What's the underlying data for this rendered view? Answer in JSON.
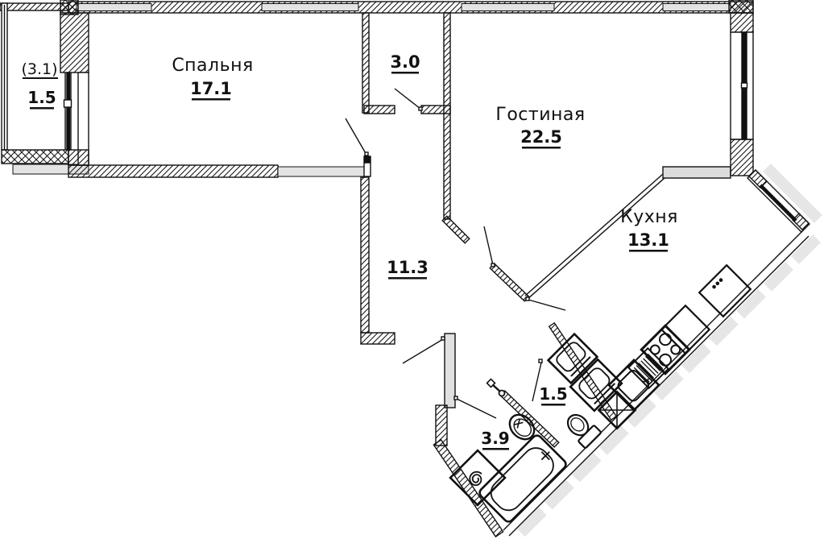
{
  "plan": {
    "rooms": {
      "balcony": {
        "area_total": "(3.1)",
        "area": "1.5"
      },
      "bedroom": {
        "name": "Спальня",
        "area": "17.1"
      },
      "closet": {
        "area": "3.0"
      },
      "living": {
        "name": "Гостиная",
        "area": "22.5"
      },
      "kitchen": {
        "name": "Кухня",
        "area": "13.1"
      },
      "hallway": {
        "area": "11.3"
      },
      "wc": {
        "area": "1.5"
      },
      "bathroom": {
        "area": "3.9"
      }
    },
    "fixtures": [
      "bathtub",
      "wash-basin",
      "toilet",
      "washing-machine",
      "kitchen-sink",
      "dish-drainer",
      "stove",
      "vent-duct",
      "counter",
      "appliance-box",
      "faucet"
    ],
    "colors": {
      "line": "#111111",
      "window_gray": "#e3e3e3",
      "sill_gray": "#dcdcdc"
    }
  }
}
